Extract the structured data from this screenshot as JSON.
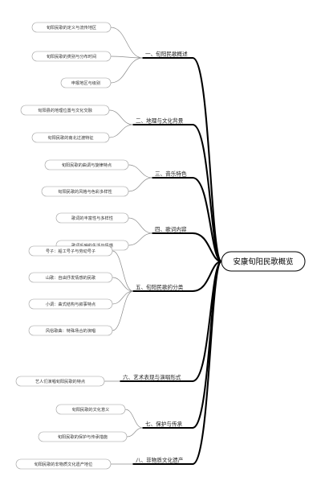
{
  "root": {
    "label": "安康旬阳民歌概览"
  },
  "branches": [
    {
      "label": "一、旬阳民歌概述",
      "children": [
        "旬阳民歌的定义与流传地区",
        "旬阳民歌的类别与分布时间",
        "申报地区与级别"
      ]
    },
    {
      "label": "二、地理与文化背景",
      "children": [
        "旬阳县的地理位置与文化交融",
        "旬阳民歌的南北过渡特征"
      ]
    },
    {
      "label": "三、音乐特色",
      "children": [
        "旬阳民歌的曲调与旋律特点",
        "旬阳民歌的风格与色彩多样性"
      ]
    },
    {
      "label": "四、歌词内容",
      "children": [
        "歌词的丰富性与多样性",
        "歌词反映的生活与情感"
      ]
    },
    {
      "label": "五、旬阳民歌的分类",
      "children": [
        "号子：船工号子与劳动号子",
        "山歌：自由抒发情感的民歌",
        "小调：曲式结构与叙事特点",
        "风俗歌曲：特殊场合的演唱"
      ]
    },
    {
      "label": "六、艺术表现与演唱形式",
      "children": [
        "艺人们演唱旬阳民歌的特点"
      ]
    },
    {
      "label": "七、保护与传承",
      "children": [
        "旬阳民歌的文化意义",
        "旬阳民歌的保护与传承措施"
      ]
    },
    {
      "label": "八、非物质文化遗产",
      "children": [
        "旬阳民歌的非物质文化遗产地位"
      ]
    }
  ]
}
